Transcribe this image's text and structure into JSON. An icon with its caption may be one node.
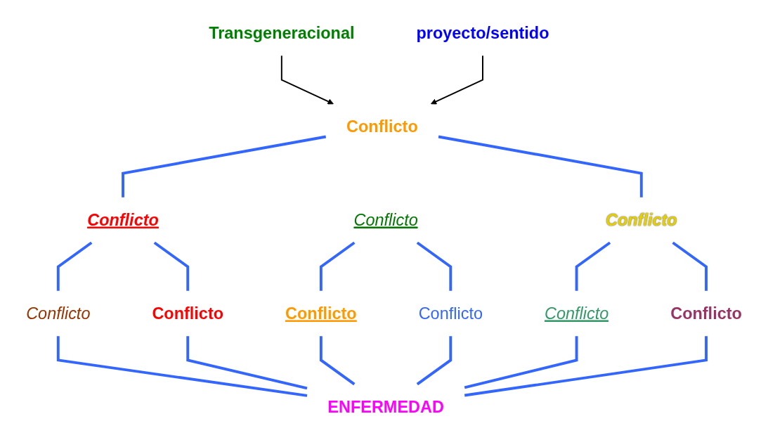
{
  "diagram": {
    "nodes": [
      {
        "text": [
          "Transgeneracional"
        ]
      },
      {
        "text": [
          "proyecto/sentido"
        ]
      },
      {
        "text": [
          "Conflicto"
        ]
      },
      {
        "text": [
          "Conflicto"
        ]
      },
      {
        "text": [
          "Conflicto"
        ]
      },
      {
        "text": [
          "Conflicto"
        ]
      },
      {
        "text": [
          "Conflicto"
        ]
      },
      {
        "text": [
          "Conflicto"
        ]
      },
      {
        "text": [
          "Conflicto"
        ]
      },
      {
        "text": [
          "Conflicto"
        ]
      },
      {
        "text": [
          "Conflicto"
        ]
      },
      {
        "text": [
          "Conflicto"
        ]
      },
      {
        "text": [
          "ENFERMEDAD"
        ]
      }
    ],
    "edges": [
      {
        "from": 0,
        "to": 2,
        "arrow": "to",
        "color": "#000000"
      },
      {
        "from": 1,
        "to": 2,
        "arrow": "to",
        "color": "#000000"
      },
      {
        "from": 2,
        "to": 3,
        "arrow": "none"
      },
      {
        "from": 2,
        "to": 5,
        "arrow": "none"
      },
      {
        "from": 3,
        "to": 6,
        "arrow": "none"
      },
      {
        "from": 3,
        "to": 7,
        "arrow": "none"
      },
      {
        "from": 4,
        "to": 8,
        "arrow": "none"
      },
      {
        "from": 4,
        "to": 9,
        "arrow": "none"
      },
      {
        "from": 5,
        "to": 10,
        "arrow": "none"
      },
      {
        "from": 5,
        "to": 11,
        "arrow": "none"
      },
      {
        "from": 6,
        "to": 12,
        "arrow": "none"
      },
      {
        "from": 7,
        "to": 12,
        "arrow": "none"
      },
      {
        "from": 8,
        "to": 12,
        "arrow": "none"
      },
      {
        "from": 9,
        "to": 12,
        "arrow": "none"
      },
      {
        "from": 10,
        "to": 12,
        "arrow": "none"
      },
      {
        "from": 11,
        "to": 12,
        "arrow": "none"
      }
    ]
  }
}
